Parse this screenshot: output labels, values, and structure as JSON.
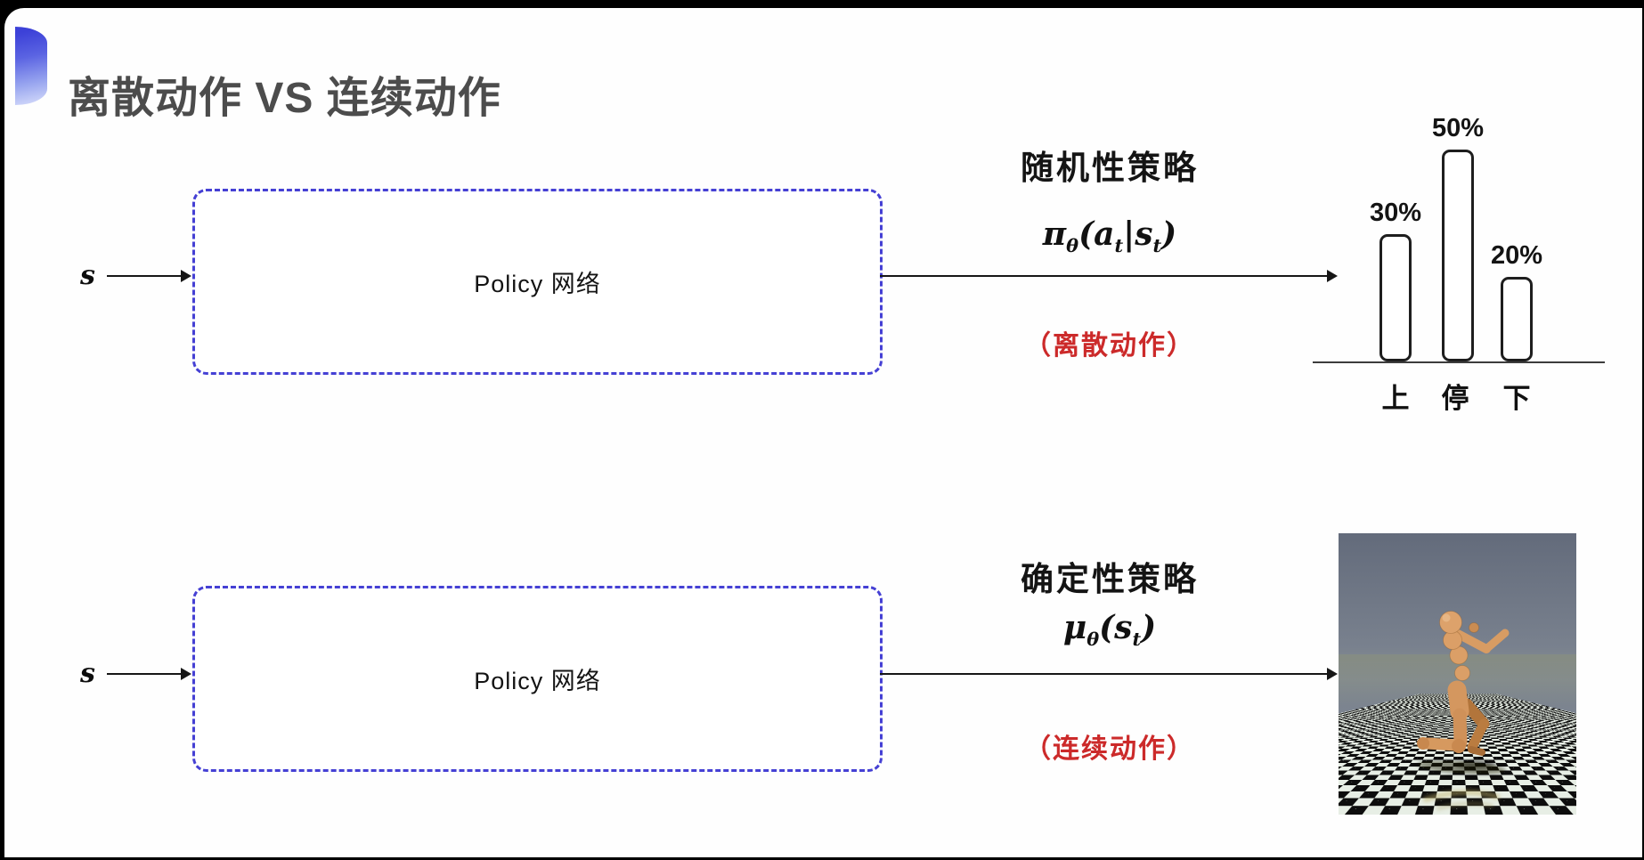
{
  "title": "离散动作 VS 连续动作",
  "colors": {
    "accent_blue": "#4540d4",
    "note_red": "#cc2a2a",
    "title_gray": "#4c4c4c",
    "sky_gray_blue": "#6b7383",
    "checker_light": "#e7eee5",
    "checker_dark": "#0d0d0d"
  },
  "stochastic_row": {
    "input_label": "s",
    "box_label": "Policy 网络",
    "policy_name": "随机性策略",
    "formula_tokens": [
      "π",
      "θ",
      "(a",
      "t",
      "|s",
      "t",
      ")"
    ],
    "note": "（离散动作）"
  },
  "deterministic_row": {
    "input_label": "s",
    "box_label": "Policy 网络",
    "policy_name": "确定性策略",
    "formula_tokens": [
      "μ",
      "θ",
      "(s",
      "t",
      ")"
    ],
    "note": "（连续动作）"
  },
  "chart_data": {
    "type": "bar",
    "categories": [
      "上",
      "停",
      "下"
    ],
    "values": [
      30,
      50,
      20
    ],
    "value_labels": [
      "30%",
      "50%",
      "20%"
    ],
    "ylim": [
      0,
      50
    ],
    "title": "",
    "xlabel": "",
    "ylabel": "",
    "grid": false,
    "legend_position": "none"
  }
}
